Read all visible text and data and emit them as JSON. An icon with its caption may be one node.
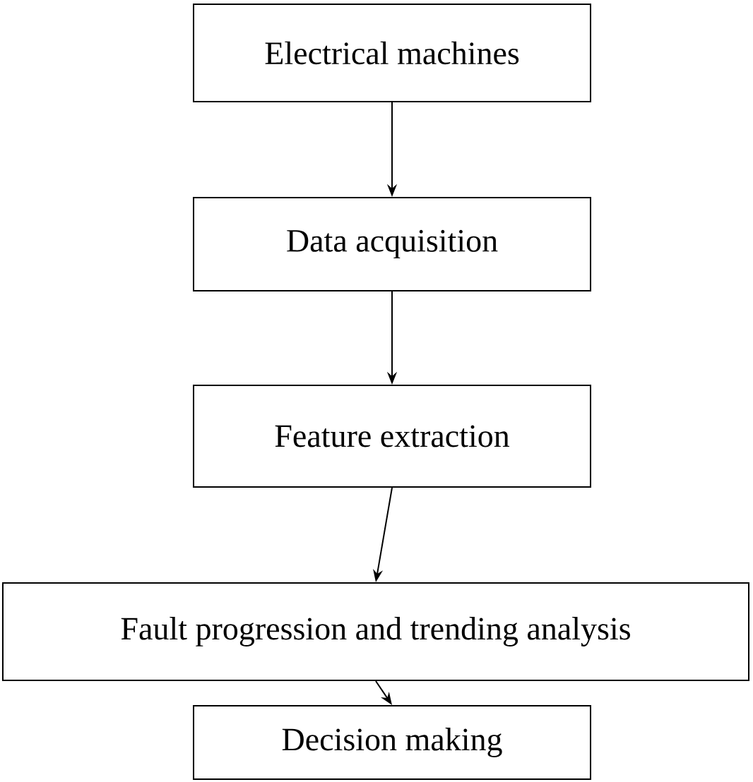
{
  "diagram": {
    "nodes": [
      {
        "text": [
          "Electrical machines"
        ]
      },
      {
        "text": [
          "Data acquisition"
        ]
      },
      {
        "text": [
          "Feature extraction"
        ]
      },
      {
        "text": [
          "Fault progression and trending analysis"
        ]
      },
      {
        "text": [
          "Decision making"
        ]
      }
    ],
    "edges": [
      {
        "from": 0,
        "to": 1,
        "arrow": "to"
      },
      {
        "from": 1,
        "to": 2,
        "arrow": "to"
      },
      {
        "from": 2,
        "to": 3,
        "arrow": "to"
      },
      {
        "from": 3,
        "to": 4,
        "arrow": "to"
      }
    ]
  }
}
